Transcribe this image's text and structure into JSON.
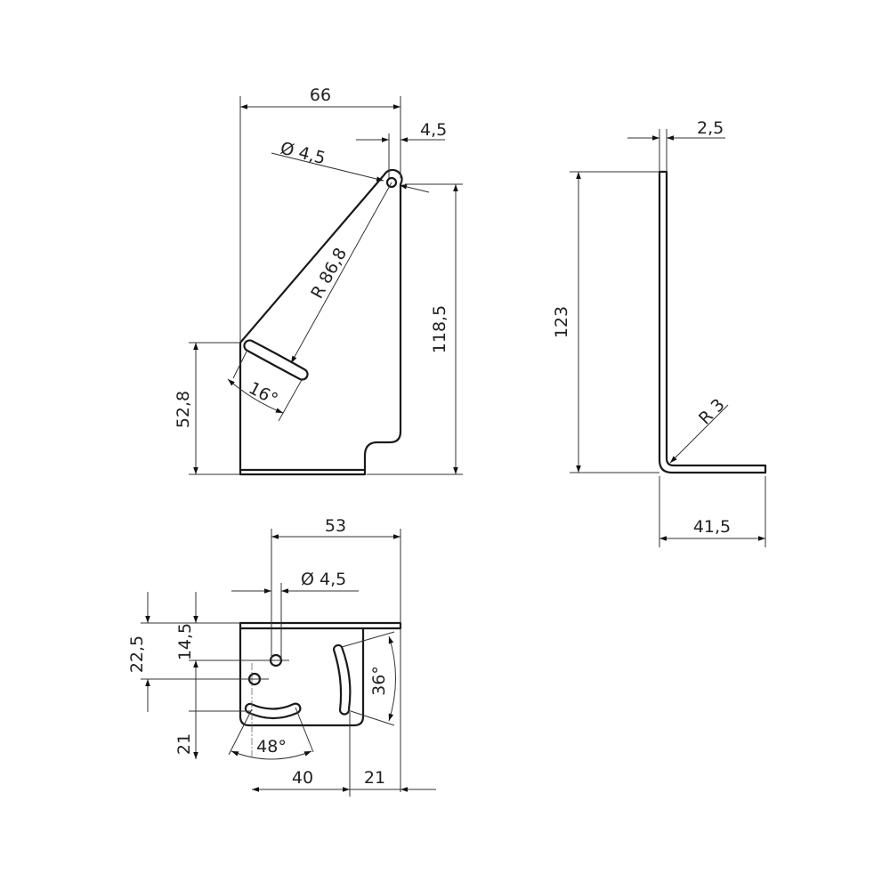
{
  "front_view": {
    "width": "66",
    "hole_offset": "4,5",
    "hole_diameter": "Ø 4,5",
    "height": "118,5",
    "slot_height": "52,8",
    "radius": "R 86,8",
    "slot_angle": "16°"
  },
  "side_view": {
    "thickness": "2,5",
    "height": "123",
    "bend_radius": "R 3",
    "flange_depth": "41,5"
  },
  "bottom_view": {
    "hole_span": "53",
    "hole_diameter": "Ø 4,5",
    "offset_22_5": "22,5",
    "offset_14_5": "14,5",
    "offset_21_left": "21",
    "bottom_slot_angle": "48°",
    "side_slot_angle": "36°",
    "slot_distance": "40",
    "edge_distance": "21"
  },
  "colors": {
    "line": "#1a1a1a",
    "background": "#ffffff"
  }
}
